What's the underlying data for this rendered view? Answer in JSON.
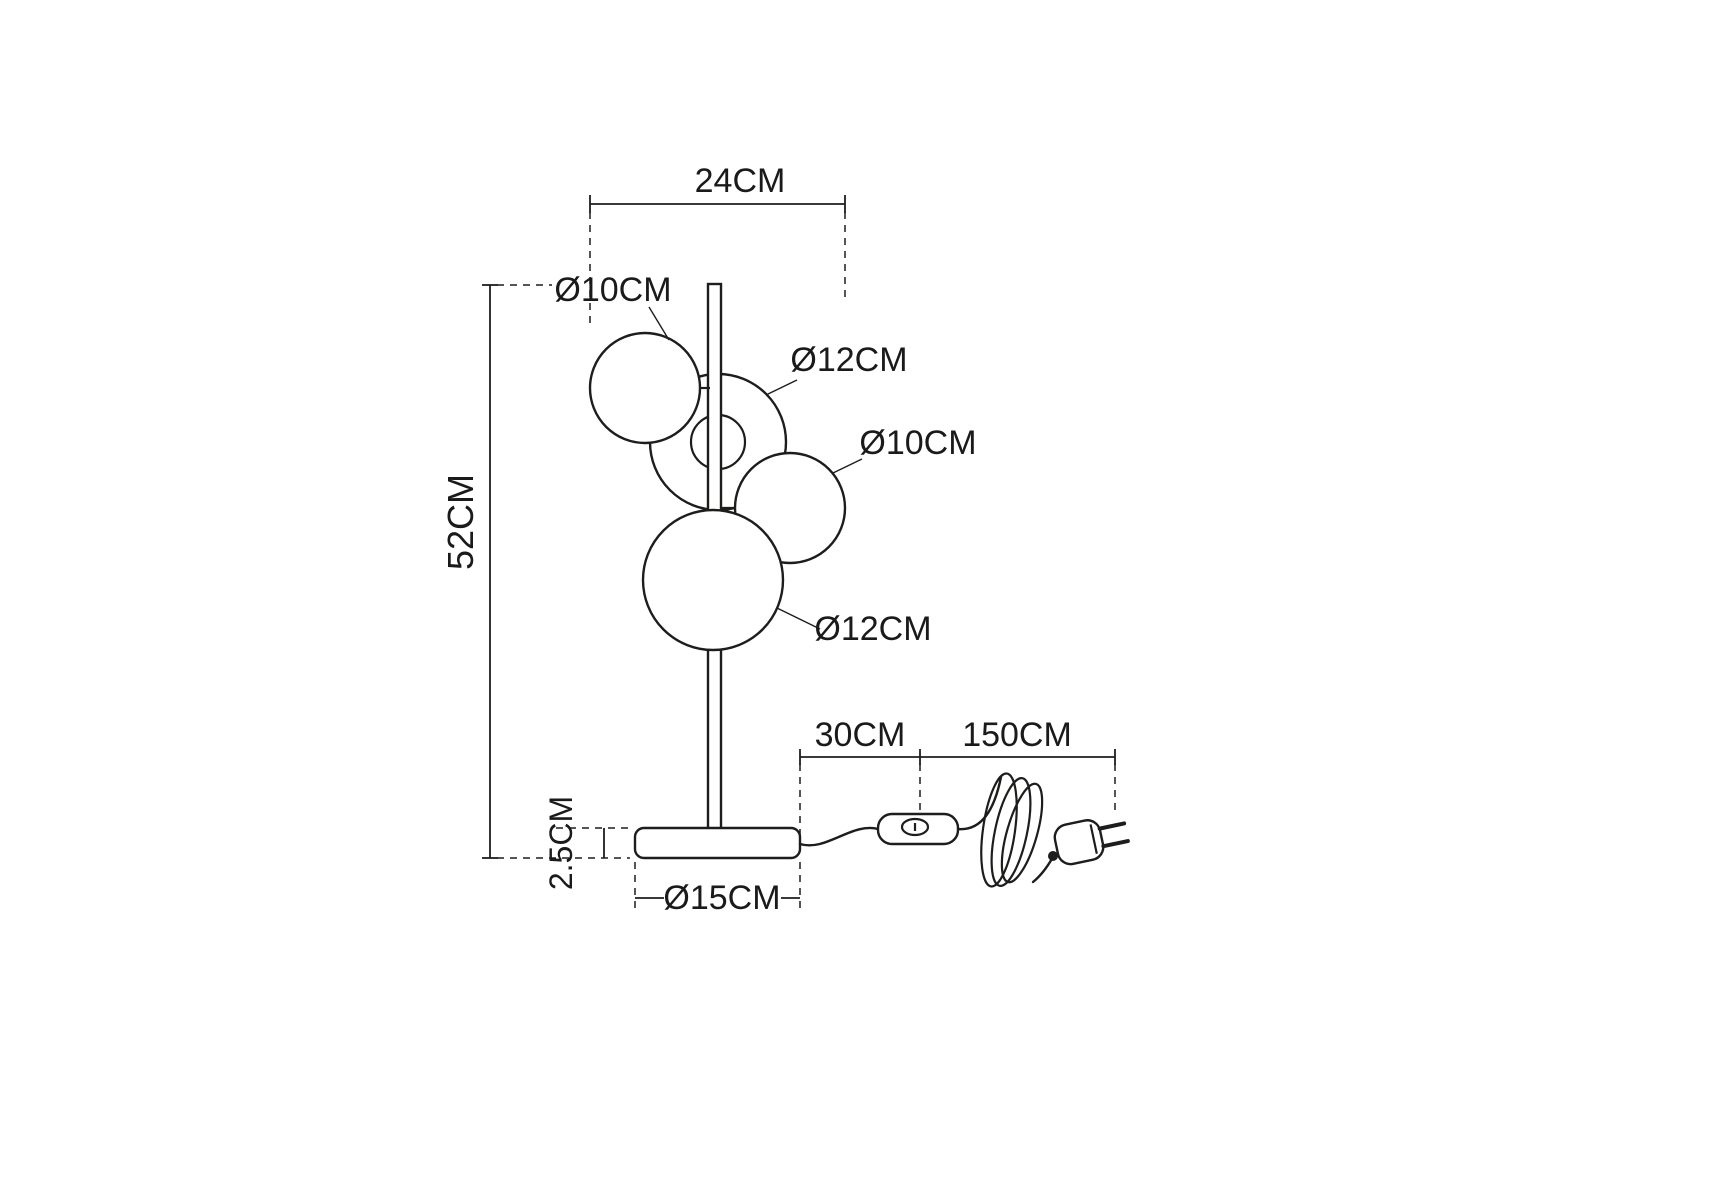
{
  "diagram": {
    "background": "#ffffff",
    "line_color": "#1d1d1b"
  },
  "labels": {
    "top_width": "24CM",
    "sphere_top": "Ø10CM",
    "sphere_mid": "Ø12CM",
    "sphere_right": "Ø10CM",
    "sphere_bottom": "Ø12CM",
    "total_height": "52CM",
    "base_height": "2.5CM",
    "base_diameter": "Ø15CM",
    "cable_base_to_switch": "30CM",
    "cable_switch_to_plug": "150CM"
  }
}
